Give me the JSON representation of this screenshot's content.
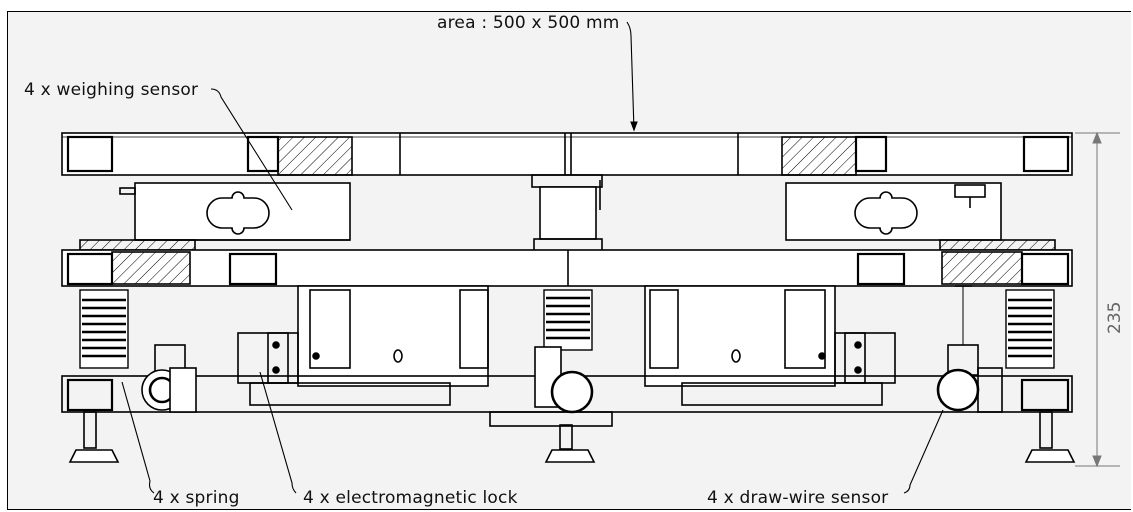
{
  "labels": {
    "area": "area : 500 x 500 mm",
    "weighing_sensor": "4 x weighing sensor",
    "spring": "4 x spring",
    "electromagnetic_lock": "4 x electromagnetic lock",
    "draw_wire_sensor": "4 x draw-wire sensor"
  },
  "dimension": {
    "height": "235"
  },
  "colors": {
    "line": "#000000",
    "background": "#f3f3f3",
    "dimension": "#777777"
  }
}
